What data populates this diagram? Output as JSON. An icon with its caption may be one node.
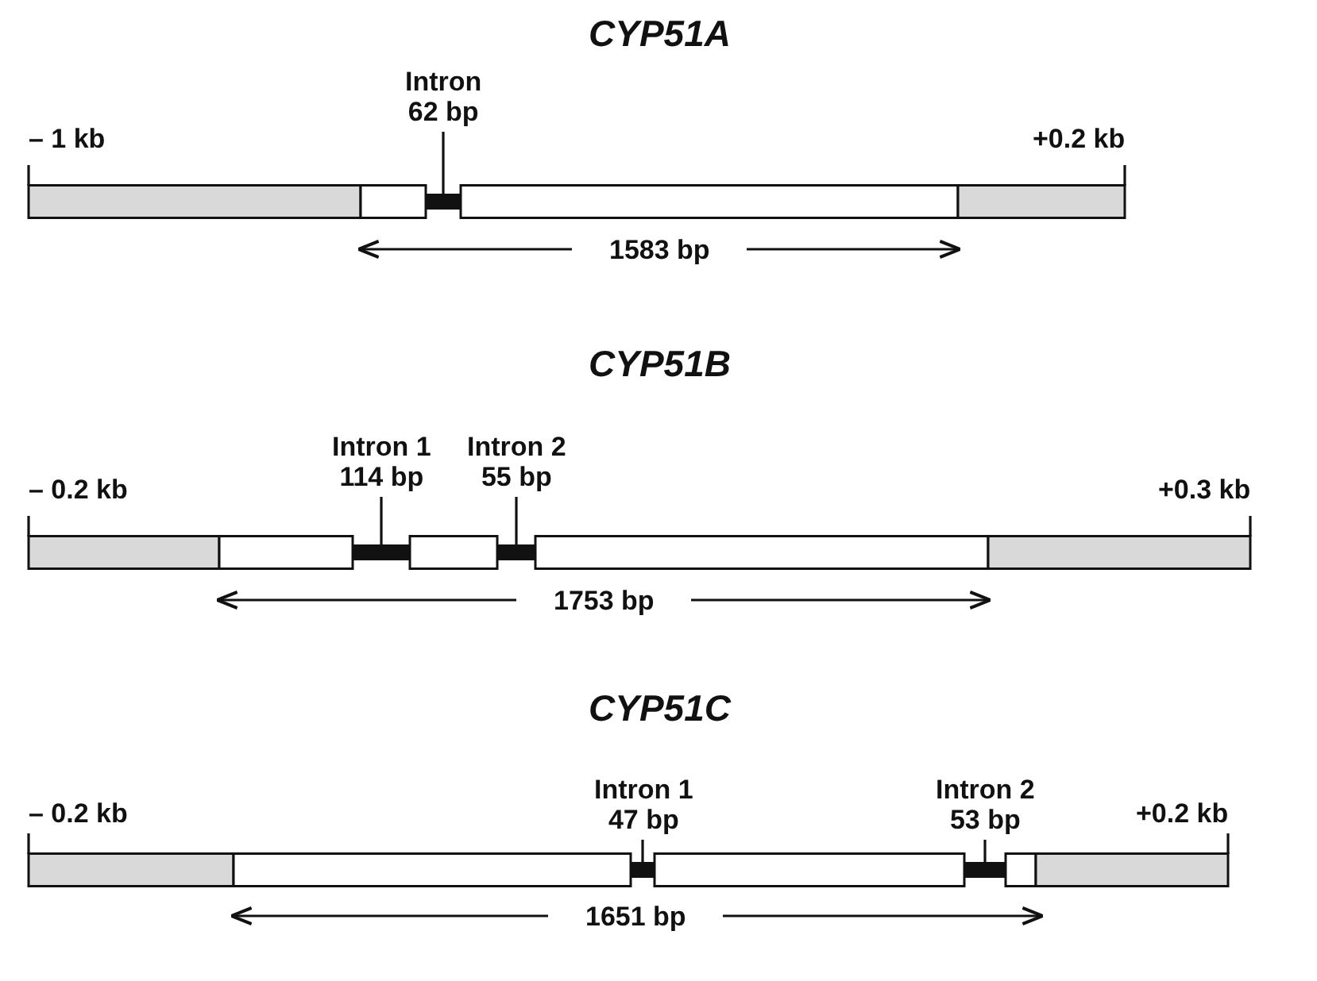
{
  "diagram": {
    "nodes": [
      {
        "text": [
          "Intron",
          "62 bp"
        ]
      },
      {
        "text": [],
        "shape": "bar"
      },
      {
        "text": [
          "Intron 1",
          "114 bp"
        ]
      },
      {
        "text": [
          "Intron 2",
          "55 bp"
        ]
      },
      {
        "text": [],
        "shape": "bar"
      },
      {
        "text": [],
        "shape": "bar"
      },
      {
        "text": [
          "Intron 1",
          "47 bp"
        ]
      },
      {
        "text": [
          "Intron 2",
          "53 bp"
        ]
      },
      {
        "text": [],
        "shape": "bar"
      },
      {
        "text": [],
        "shape": "bar"
      }
    ],
    "edges": [
      {
        "from": 0,
        "to": 1,
        "arrow": "none"
      },
      {
        "from": 2,
        "to": 4,
        "arrow": "none"
      },
      {
        "from": 3,
        "to": 5,
        "arrow": "none"
      },
      {
        "from": 6,
        "to": 8,
        "arrow": "none"
      },
      {
        "from": 7,
        "to": 9,
        "arrow": "none"
      }
    ],
    "labels": [
      "CYP51A",
      "– 1 kb",
      "+0.2 kb",
      "1583 bp",
      "CYP51B",
      "– 0.2 kb",
      "+0.3 kb",
      "1753 bp",
      "CYP51C",
      "– 0.2 kb",
      "+0.2 kb",
      "1651 bp"
    ]
  }
}
